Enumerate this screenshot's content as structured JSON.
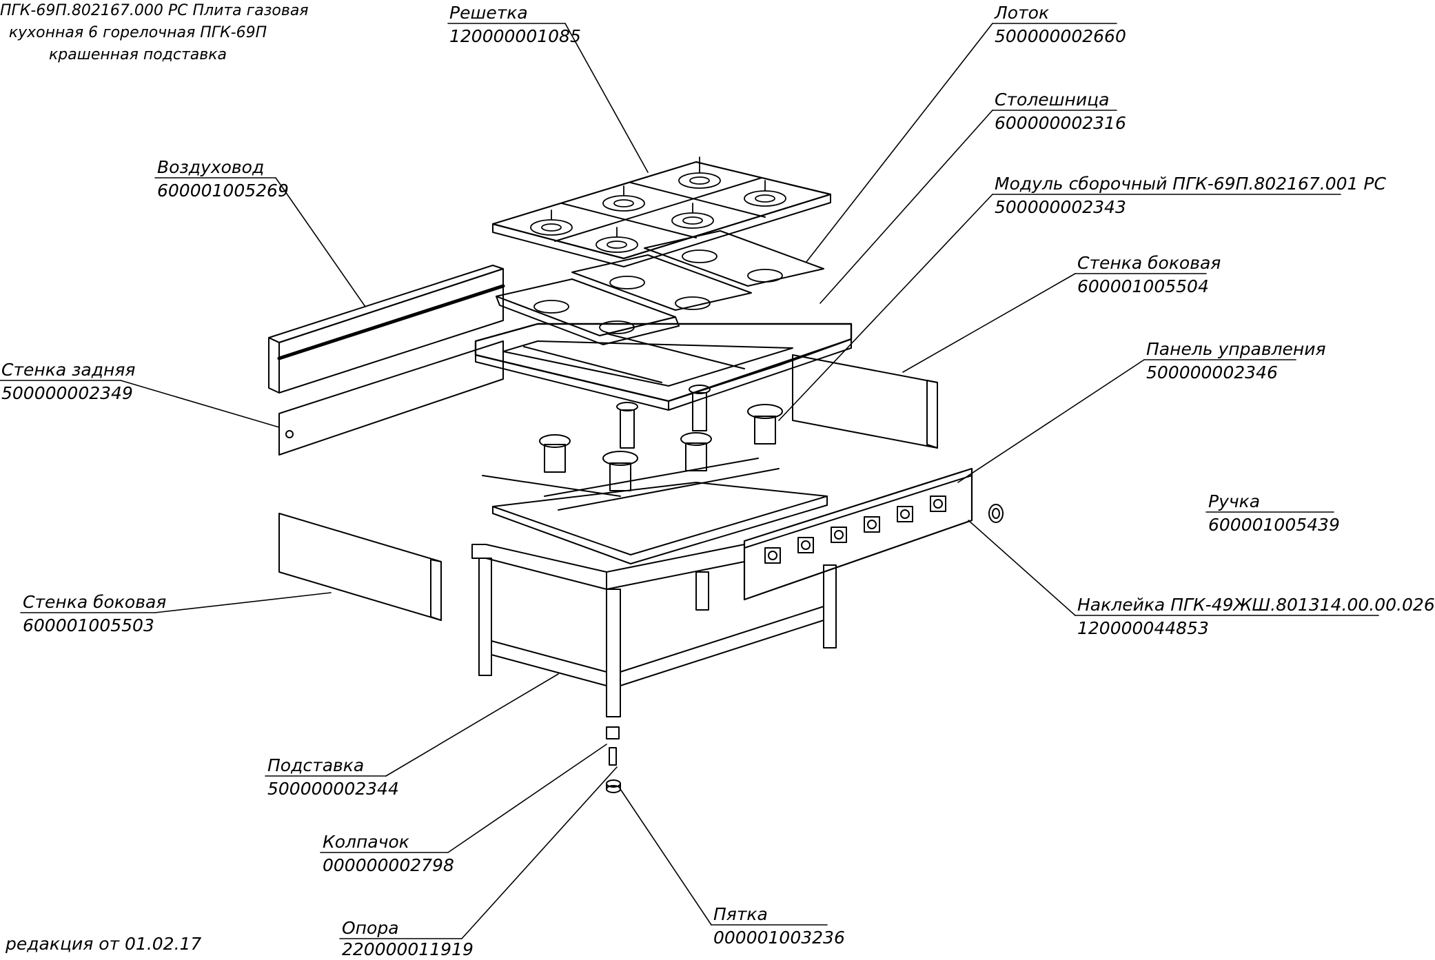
{
  "title": {
    "line1": "ПГК-69П.802167.000 РС Плита газовая",
    "line2": "кухонная 6 горелочная ПГК-69П",
    "line3": "крашенная подставка"
  },
  "revision": "редакция от 01.02.17",
  "labels": {
    "reshetka": {
      "name": "Решетка",
      "code": "120000001085"
    },
    "lotok": {
      "name": "Лоток",
      "code": "500000002660"
    },
    "stoleshnitsa": {
      "name": "Столешница",
      "code": "600000002316"
    },
    "modul": {
      "name": "Модуль сборочный ПГК-69П.802167.001 РС",
      "code": "500000002343"
    },
    "stenka_bokovaya_right": {
      "name": "Стенка боковая",
      "code": "600001005504"
    },
    "panel": {
      "name": "Панель управления",
      "code": "500000002346"
    },
    "ruchka": {
      "name": "Ручка",
      "code": "600001005439"
    },
    "nakleyka": {
      "name": "Наклейка ПГК-49ЖШ.801314.00.00.026",
      "code": "120000044853"
    },
    "vozdukhovod": {
      "name": "Воздуховод",
      "code": "600001005269"
    },
    "stenka_zadnyaya": {
      "name": "Стенка задняя",
      "code": "500000002349"
    },
    "stenka_bokovaya_left": {
      "name": "Стенка боковая",
      "code": "600001005503"
    },
    "podstavka": {
      "name": "Подставка",
      "code": "500000002344"
    },
    "kolpachok": {
      "name": "Колпачок",
      "code": "000000002798"
    },
    "opora": {
      "name": "Опора",
      "code": "220000011919"
    },
    "pyatka": {
      "name": "Пятка",
      "code": "000001003236"
    }
  },
  "colors": {
    "line": "#000000",
    "background": "#ffffff"
  }
}
